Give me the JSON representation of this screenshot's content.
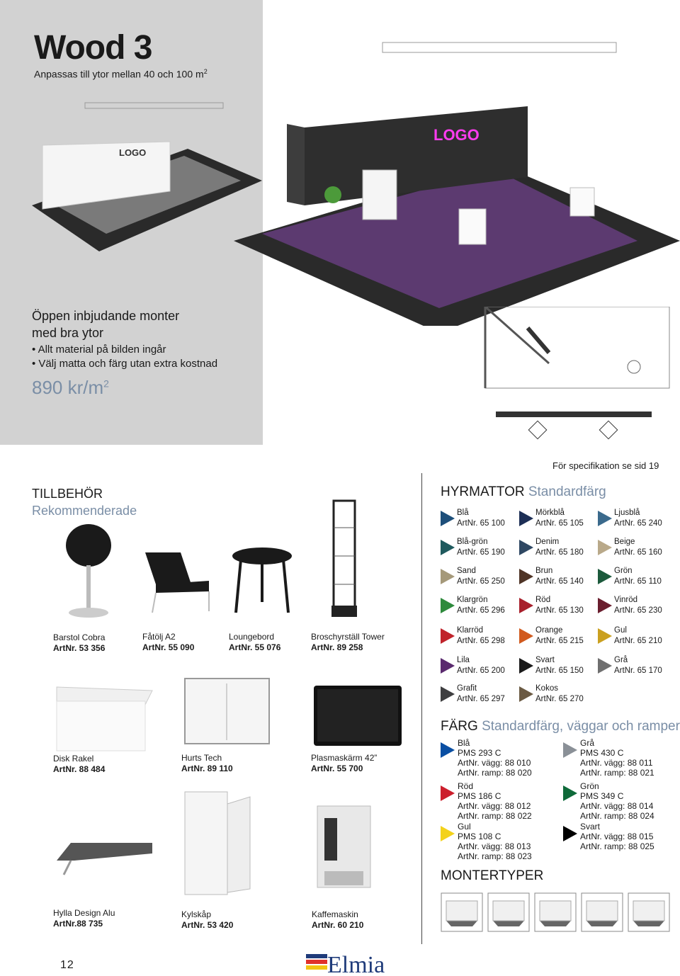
{
  "header": {
    "title": "Wood 3",
    "subtitle": "Anpassas till ytor mellan 40 och 100 m",
    "subtitle_sup": "2"
  },
  "promo": {
    "heading_line1": "Öppen inbjudande monter",
    "heading_line2": "med bra ytor",
    "bullet1": "• Allt material på bilden ingår",
    "bullet2": "• Välj matta och färg utan extra kostnad",
    "price": "890 kr/m",
    "price_sup": "2"
  },
  "booth_image": {
    "logo_text_left": "LOGO",
    "logo_text_right": "LOGO"
  },
  "spec_note": "För specifikation se sid 19",
  "accessories": {
    "heading": "TILLBEHÖR",
    "subheading": "Rekommenderade",
    "items": [
      {
        "name": "Barstol Cobra",
        "art": "ArtNr. 53 356"
      },
      {
        "name": "Fåtölj A2",
        "art": "ArtNr. 55 090"
      },
      {
        "name": "Loungebord",
        "art": "ArtNr. 55 076"
      },
      {
        "name": "Broschyrställ Tower",
        "art": "ArtNr. 89 258"
      },
      {
        "name": "Disk Rakel",
        "art": "ArtNr. 88 484"
      },
      {
        "name": "Hurts Tech",
        "art": "ArtNr. 89 110"
      },
      {
        "name": "Plasmaskärm 42”",
        "art": "ArtNr. 55 700"
      },
      {
        "name": "Hylla Design Alu",
        "art": "ArtNr.88 735"
      },
      {
        "name": "Kylskåp",
        "art": "ArtNr. 53 420"
      },
      {
        "name": "Kaffemaskin",
        "art": "ArtNr. 60 210"
      }
    ]
  },
  "carpets": {
    "heading": "HYRMATTOR",
    "heading_accent": "Standardfärg",
    "items": [
      {
        "name": "Blå",
        "art": "ArtNr. 65 100",
        "color": "#1d4f7a"
      },
      {
        "name": "Mörkblå",
        "art": "ArtNr. 65 105",
        "color": "#1d2f56"
      },
      {
        "name": "Ljusblå",
        "art": "ArtNr. 65 240",
        "color": "#3b6a8c"
      },
      {
        "name": "Blå-grön",
        "art": "ArtNr. 65 190",
        "color": "#1f5a5e"
      },
      {
        "name": "Denim",
        "art": "ArtNr. 65 180",
        "color": "#2f4863"
      },
      {
        "name": "Beige",
        "art": "ArtNr. 65 160",
        "color": "#b9a98a"
      },
      {
        "name": "Sand",
        "art": "ArtNr. 65 250",
        "color": "#a5997a"
      },
      {
        "name": "Brun",
        "art": "ArtNr. 65 140",
        "color": "#4f3426"
      },
      {
        "name": "Grön",
        "art": "ArtNr. 65 110",
        "color": "#1c5a3c"
      },
      {
        "name": "Klargrön",
        "art": "ArtNr. 65  296",
        "color": "#2e8a3c"
      },
      {
        "name": "Röd",
        "art": "ArtNr. 65 130",
        "color": "#a8202c"
      },
      {
        "name": "Vinröd",
        "art": "ArtNr. 65 230",
        "color": "#6a1e2e"
      },
      {
        "name": "Klarröd",
        "art": "ArtNr. 65 298",
        "color": "#c0232b"
      },
      {
        "name": "Orange",
        "art": "ArtNr. 65 215",
        "color": "#d15a1e"
      },
      {
        "name": "Gul",
        "art": "ArtNr. 65 210",
        "color": "#caa020"
      },
      {
        "name": "Lila",
        "art": "ArtNr. 65 200",
        "color": "#5a2a6e"
      },
      {
        "name": "Svart",
        "art": "ArtNr. 65 150",
        "color": "#1a1a1a"
      },
      {
        "name": "Grå",
        "art": "ArtNr. 65 170",
        "color": "#6f6f6f"
      },
      {
        "name": "Grafit",
        "art": "ArtNr. 65 297",
        "color": "#3e3e40"
      },
      {
        "name": "Kokos",
        "art": "ArtNr. 65 270",
        "color": "#6b5a43"
      }
    ]
  },
  "colors": {
    "heading": "FÄRG",
    "heading_accent": "Standardfärg, väggar och ramper",
    "items": [
      {
        "name": "Blå",
        "pms": "PMS 293 C",
        "vagg": "ArtNr. vägg: 88 010",
        "ramp": "ArtNr. ramp: 88 020",
        "color": "#0a4fa3"
      },
      {
        "name": "Röd",
        "pms": "PMS 186 C",
        "vagg": "ArtNr. vägg: 88 012",
        "ramp": "ArtNr. ramp: 88 022",
        "color": "#cc1f2d"
      },
      {
        "name": "Gul",
        "pms": "PMS 108 C",
        "vagg": "ArtNr. vägg: 88 013",
        "ramp": "ArtNr. ramp: 88 023",
        "color": "#f3d21b"
      },
      {
        "name": "Grå",
        "pms": "PMS 430 C",
        "vagg": "ArtNr. vägg: 88 011",
        "ramp": "ArtNr. ramp: 88 021",
        "color": "#8a9097"
      },
      {
        "name": "Grön",
        "pms": "PMS 349 C",
        "vagg": "ArtNr. vägg: 88 014",
        "ramp": "ArtNr. ramp: 88 024",
        "color": "#0f6a3a"
      },
      {
        "name": "Svart",
        "pms": "",
        "vagg": "ArtNr. vägg: 88 015",
        "ramp": "ArtNr. ramp: 88 025",
        "color": "#000000"
      }
    ]
  },
  "montertyper": {
    "heading": "MONTERTYPER"
  },
  "footer": {
    "page_number": "12",
    "brand": "Elmia"
  }
}
